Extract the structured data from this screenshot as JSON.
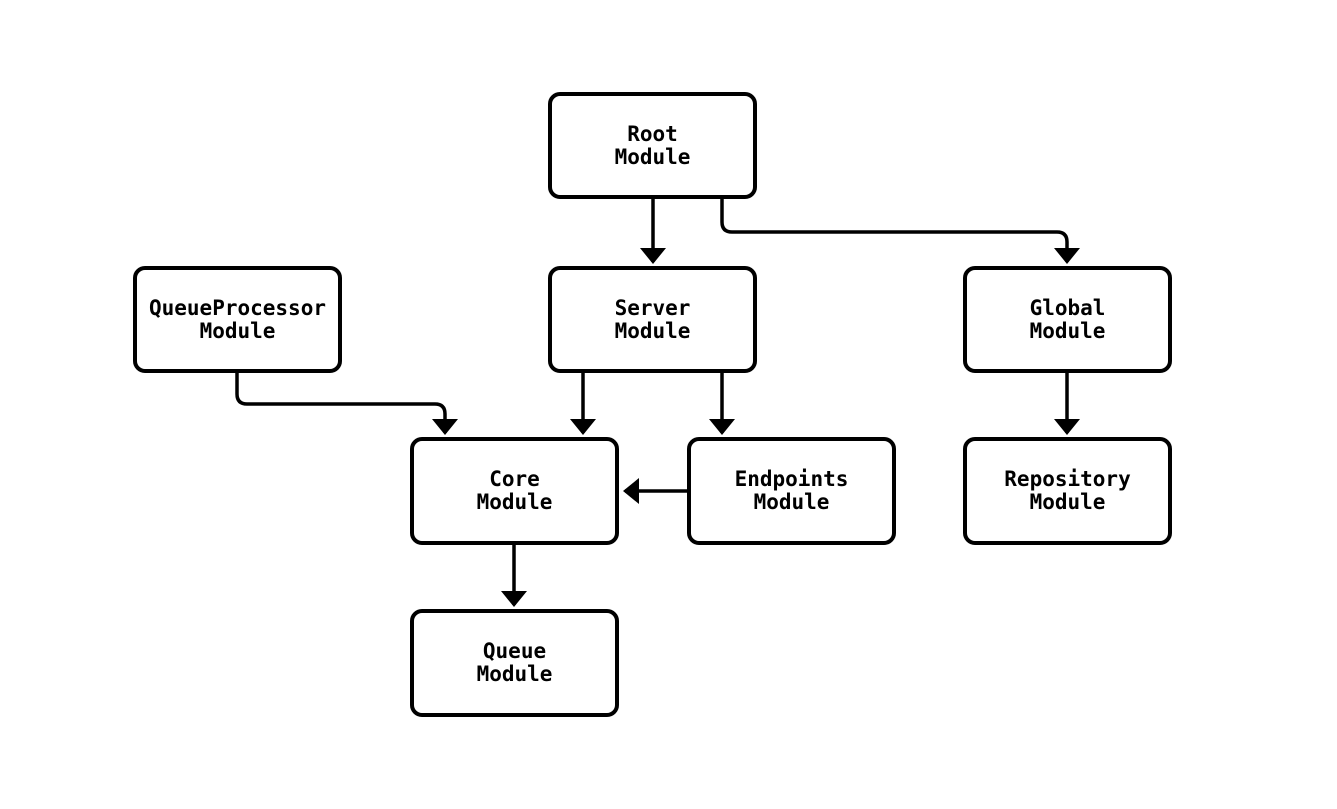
{
  "diagram": {
    "background": "#ffffff",
    "colors": {
      "node_border": "#000000",
      "node_fill": "#ffffff",
      "edge_stroke": "#000000",
      "text": "#000000"
    },
    "nodes": {
      "root": {
        "title": "Root",
        "subtitle": "Module"
      },
      "queueprocessor": {
        "title": "QueueProcessor",
        "subtitle": "Module"
      },
      "server": {
        "title": "Server",
        "subtitle": "Module"
      },
      "global": {
        "title": "Global",
        "subtitle": "Module"
      },
      "core": {
        "title": "Core",
        "subtitle": "Module"
      },
      "endpoints": {
        "title": "Endpoints",
        "subtitle": "Module"
      },
      "repository": {
        "title": "Repository",
        "subtitle": "Module"
      },
      "queue": {
        "title": "Queue",
        "subtitle": "Module"
      }
    },
    "edges": [
      {
        "from": "Root Module",
        "to": "Server Module"
      },
      {
        "from": "Root Module",
        "to": "Global Module"
      },
      {
        "from": "QueueProcessor Module",
        "to": "Core Module"
      },
      {
        "from": "Server Module",
        "to": "Core Module"
      },
      {
        "from": "Server Module",
        "to": "Endpoints Module"
      },
      {
        "from": "Endpoints Module",
        "to": "Core Module"
      },
      {
        "from": "Global Module",
        "to": "Repository Module"
      },
      {
        "from": "Core Module",
        "to": "Queue Module"
      }
    ]
  }
}
